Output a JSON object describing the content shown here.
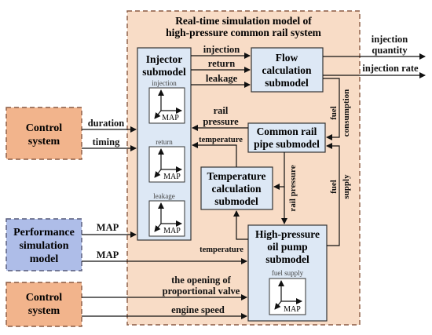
{
  "main_title": {
    "line1": "Real-time simulation model of",
    "line2": "high-pressure common rail system"
  },
  "blocks": {
    "control_top": {
      "line1": "Control",
      "line2": "system"
    },
    "performance": {
      "line1": "Performance",
      "line2": "simulation",
      "line3": "model"
    },
    "control_bottom": {
      "line1": "Control",
      "line2": "system"
    },
    "injector": {
      "line1": "Injector",
      "line2": "submodel",
      "maps": [
        "injection",
        "return",
        "leakage"
      ]
    },
    "flow": {
      "line1": "Flow",
      "line2": "calculation",
      "line3": "submodel"
    },
    "rail": {
      "line1": "Common rail",
      "line2": "pipe submodel"
    },
    "temperature": {
      "line1": "Temperature",
      "line2": "calculation",
      "line3": "submodel"
    },
    "pump": {
      "line1": "High-pressure",
      "line2": "oil pump",
      "line3": "submodel",
      "map": "fuel supply"
    }
  },
  "map_label": "MAP",
  "signals": {
    "injection": "injection",
    "return": "return",
    "leakage": "leakage",
    "injection_quantity_1": "injection",
    "injection_quantity_2": "quantity",
    "injection_rate": "injection rate",
    "fuel_consumption_1": "fuel",
    "fuel_consumption_2": "consumption",
    "rail_pressure_1": "rail",
    "rail_pressure_2": "pressure",
    "temperature_top": "temperature",
    "rail_pressure_vertical": "rail pressure",
    "fuel_supply_1": "fuel",
    "fuel_supply_2": "supply",
    "temperature_bottom": "temperature",
    "duration": "duration",
    "timing": "timing",
    "map_to_injector": "MAP",
    "map_to_pump": "MAP",
    "valve_1": "the opening of",
    "valve_2": "proportional valve",
    "engine_speed": "engine speed"
  }
}
